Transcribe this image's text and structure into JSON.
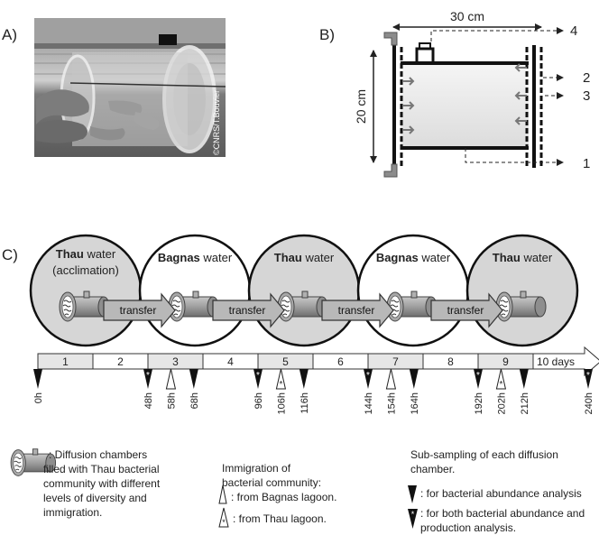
{
  "panels": {
    "a": "A)",
    "b": "B)",
    "c": "C)"
  },
  "photo": {
    "credit": "©CNRS/T.Bouvier"
  },
  "chamber": {
    "width_label": "30 cm",
    "height_label": "20 cm",
    "callouts": [
      "4",
      "2",
      "3",
      "1"
    ]
  },
  "stages": [
    {
      "bold": "Thau",
      "rest": " water",
      "line2": "(acclimation)",
      "shade": "#d6d6d6"
    },
    {
      "bold": "Bagnas",
      "rest": " water",
      "line2": "",
      "shade": "#ffffff"
    },
    {
      "bold": "Thau",
      "rest": " water",
      "line2": "",
      "shade": "#d6d6d6"
    },
    {
      "bold": "Bagnas",
      "rest": " water",
      "line2": "",
      "shade": "#ffffff"
    },
    {
      "bold": "Thau",
      "rest": " water",
      "line2": "",
      "shade": "#d6d6d6"
    }
  ],
  "transfer_label": "transfer",
  "timeline": {
    "days": [
      "1",
      "2",
      "3",
      "4",
      "5",
      "6",
      "7",
      "8",
      "9"
    ],
    "end_label": "10 days",
    "day_shades": [
      "#e6e6e6",
      "#ffffff",
      "#e6e6e6",
      "#ffffff",
      "#e6e6e6",
      "#ffffff",
      "#e6e6e6",
      "#ffffff",
      "#e6e6e6",
      "#ffffff"
    ],
    "sampling": [
      {
        "label": "0h",
        "hour": 0,
        "star": false
      },
      {
        "label": "48h",
        "hour": 48,
        "star": true
      },
      {
        "label": "68h",
        "hour": 68,
        "star": false
      },
      {
        "label": "96h",
        "hour": 96,
        "star": true
      },
      {
        "label": "116h",
        "hour": 116,
        "star": false
      },
      {
        "label": "144h",
        "hour": 144,
        "star": true
      },
      {
        "label": "164h",
        "hour": 164,
        "star": false
      },
      {
        "label": "192h",
        "hour": 192,
        "star": true
      },
      {
        "label": "212h",
        "hour": 212,
        "star": false
      },
      {
        "label": "240h",
        "hour": 240,
        "star": true
      }
    ],
    "immigration": [
      {
        "label": "58h",
        "hour": 58,
        "star": false
      },
      {
        "label": "106h",
        "hour": 106,
        "star": true
      },
      {
        "label": "154h",
        "hour": 154,
        "star": false
      },
      {
        "label": "202h",
        "hour": 202,
        "star": true
      }
    ]
  },
  "legend": {
    "chamber_text": [
      ": Diffusion chambers",
      "filled with Thau bacterial",
      "community with different",
      "levels of diversity and",
      "immigration."
    ],
    "immigration_title": [
      "Immigration of",
      "bacterial community:"
    ],
    "from_bagnas": ": from Bagnas lagoon.",
    "from_thau": ": from Thau lagoon.",
    "subsampling_title": [
      "Sub-sampling of each diffusion",
      "chamber."
    ],
    "abundance": ": for bacterial abundance analysis",
    "both": [
      ": for both bacterial abundance and",
      "production analysis."
    ]
  }
}
